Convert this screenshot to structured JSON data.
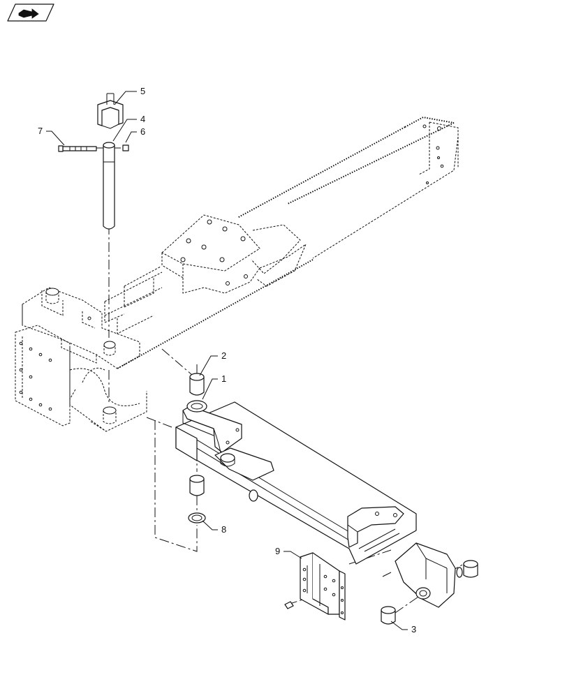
{
  "diagram": {
    "nav_icon": "book-arrow-icon",
    "callouts": [
      {
        "label": "1"
      },
      {
        "label": "2"
      },
      {
        "label": "3"
      },
      {
        "label": "4"
      },
      {
        "label": "5"
      },
      {
        "label": "6"
      },
      {
        "label": "7"
      },
      {
        "label": "8"
      },
      {
        "label": "9"
      }
    ]
  }
}
